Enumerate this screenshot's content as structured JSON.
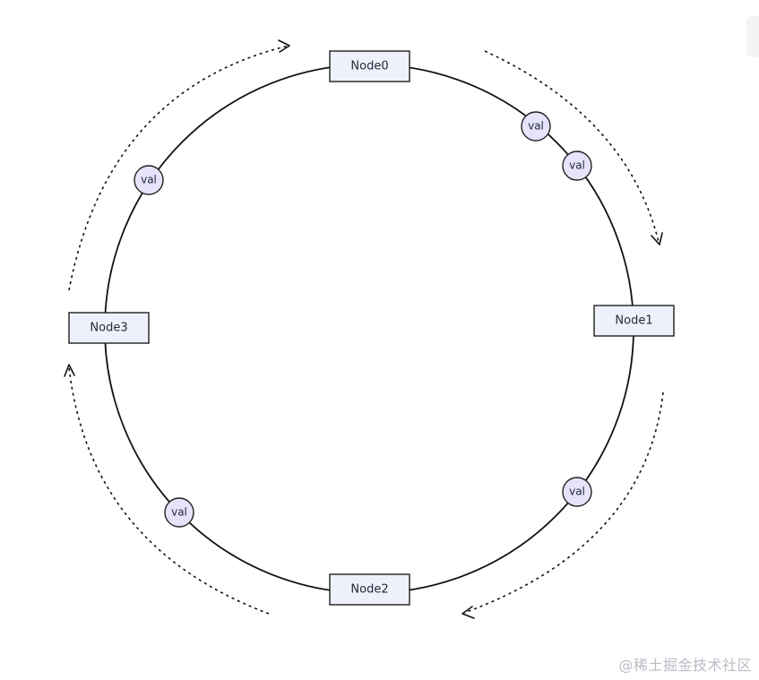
{
  "diagram": {
    "nodes": [
      {
        "label": "Node0"
      },
      {
        "label": "Node1"
      },
      {
        "label": "Node2"
      },
      {
        "label": "Node3"
      }
    ],
    "value_markers": [
      {
        "label": "val"
      },
      {
        "label": "val"
      },
      {
        "label": "val"
      },
      {
        "label": "val"
      },
      {
        "label": "val"
      }
    ],
    "flow_direction": "clockwise",
    "colors": {
      "node_fill": "#eef1fb",
      "value_fill": "#e6e3fb",
      "stroke": "#111111"
    }
  },
  "watermark": {
    "text": "@稀土掘金技术社区"
  }
}
